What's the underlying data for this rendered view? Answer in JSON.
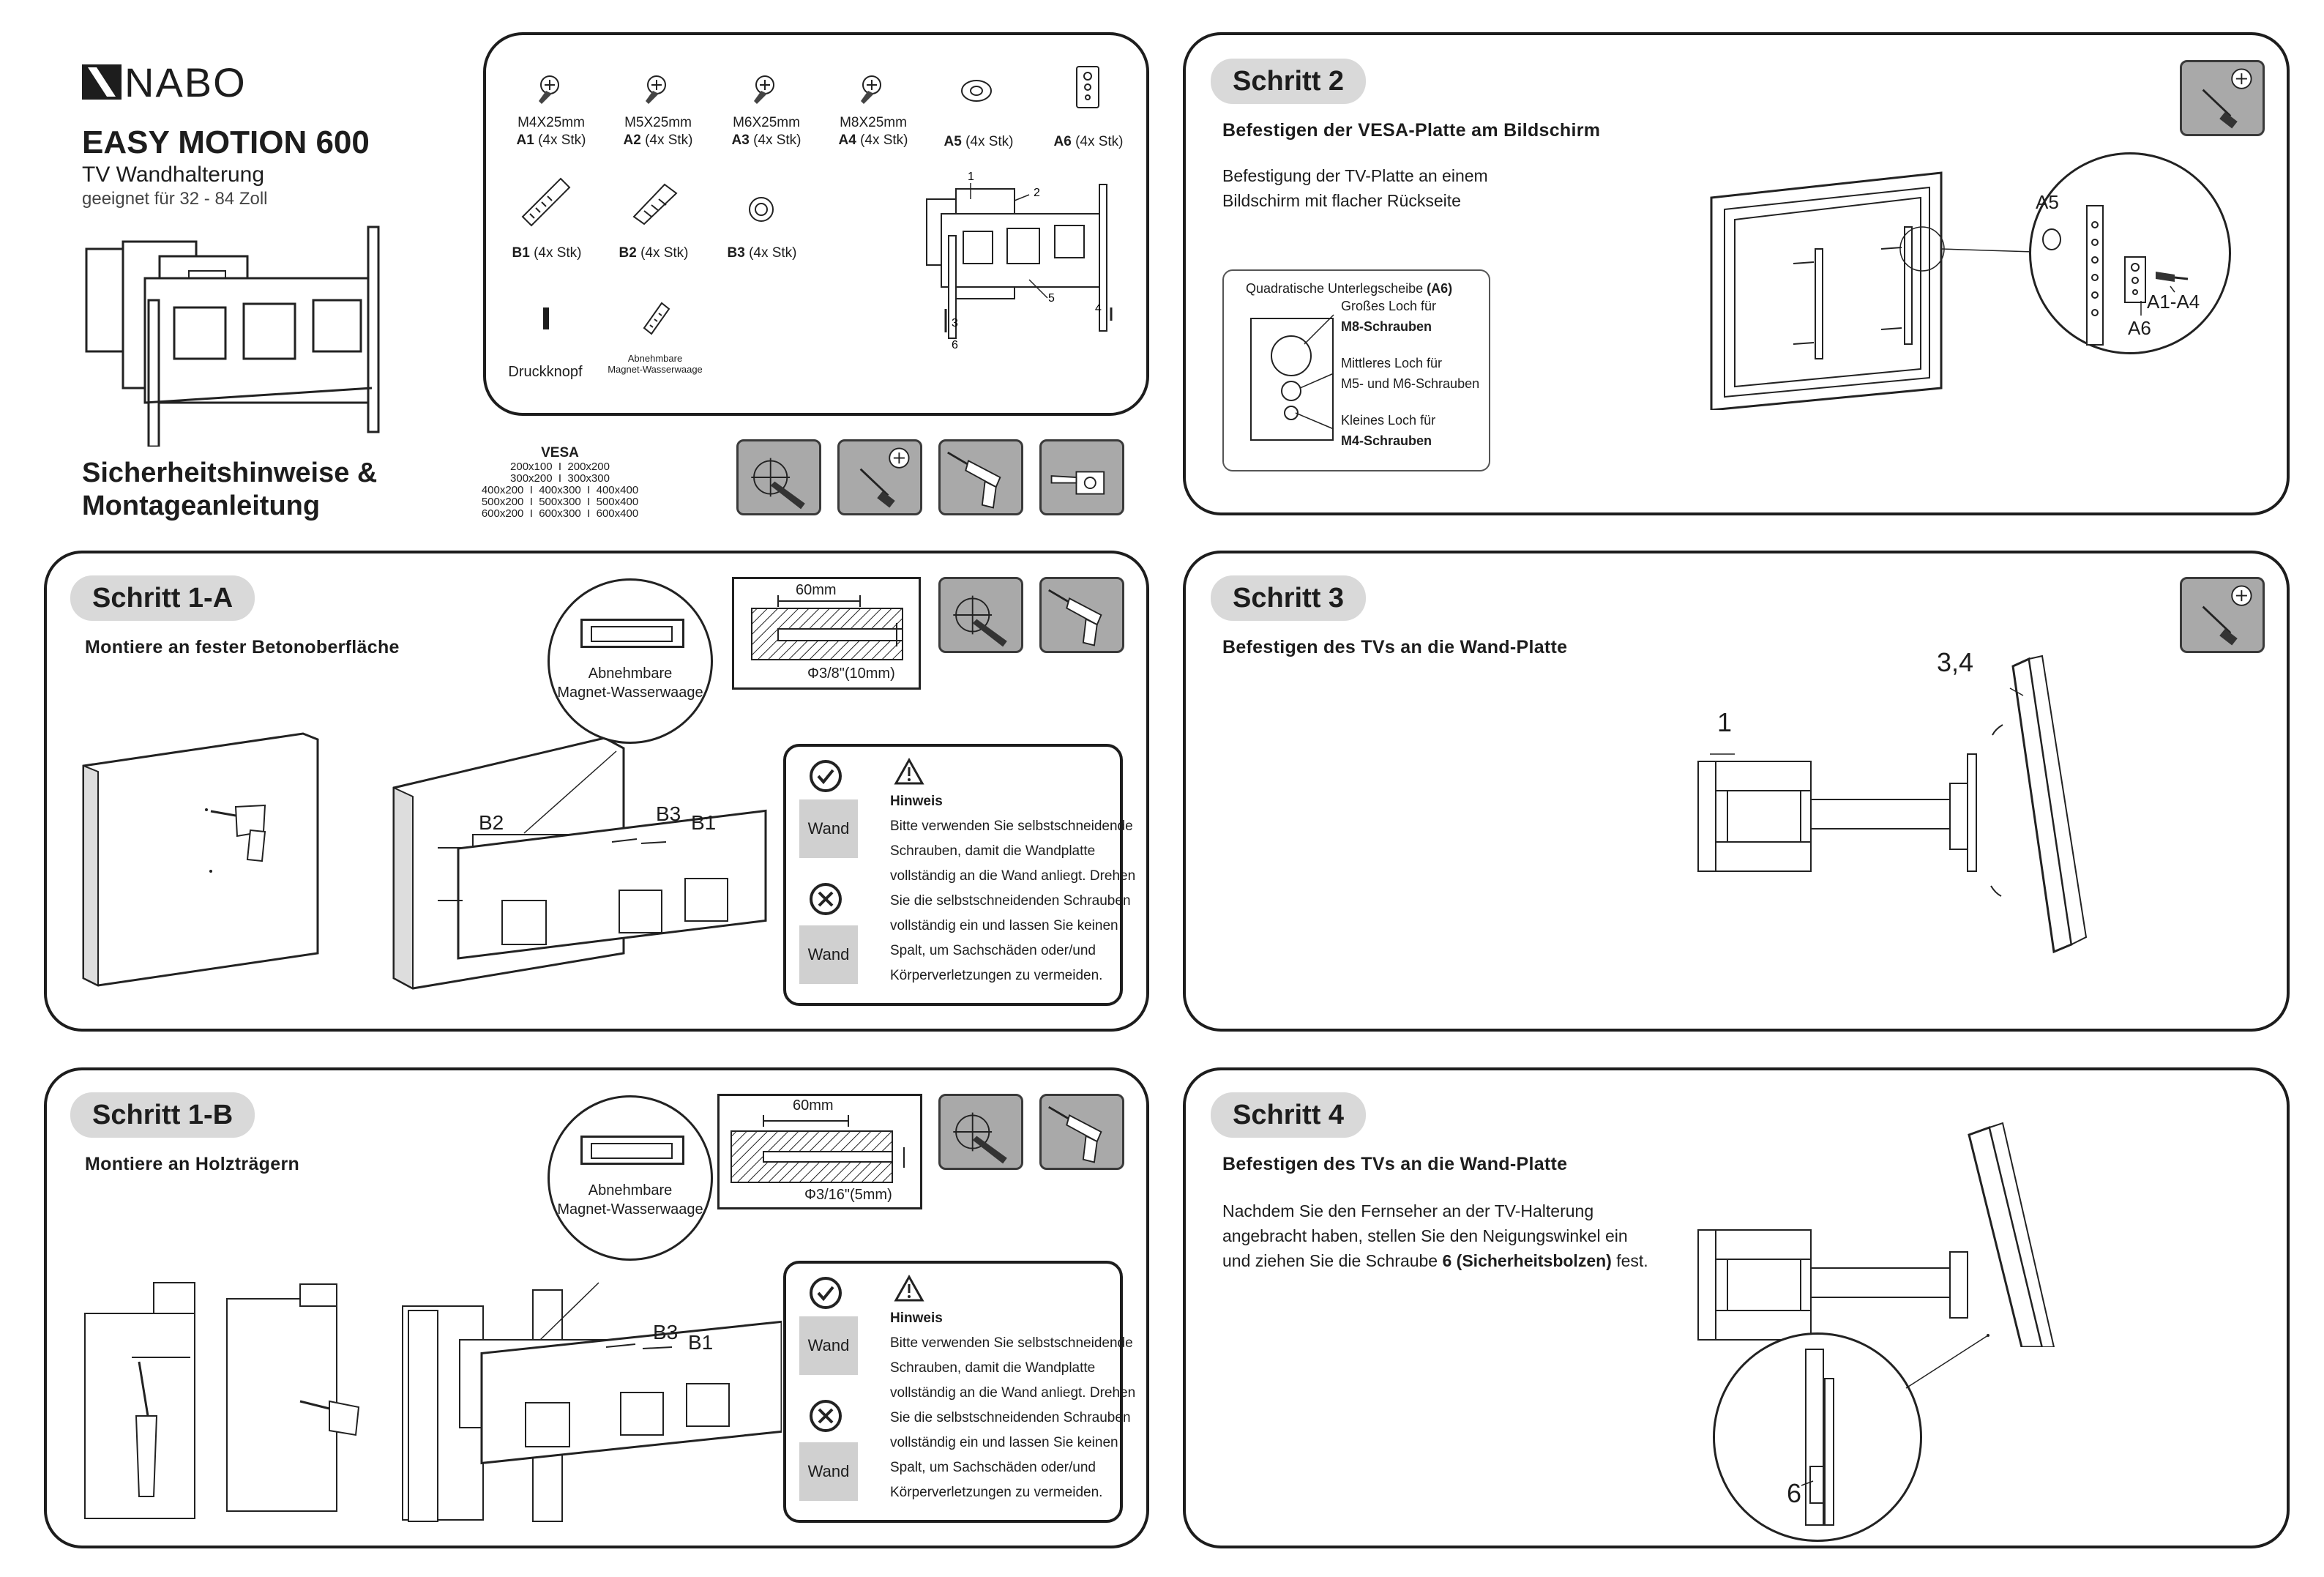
{
  "brand": {
    "logo_text": "NABO"
  },
  "product": {
    "name": "EASY MOTION 600",
    "type": "TV Wandhalterung",
    "size_note": "geeignet für 32 - 84 Zoll",
    "doc_title_line1": "Sicherheitshinweise &",
    "doc_title_line2": "Montageanleitung"
  },
  "parts": {
    "screws": [
      {
        "size": "M4X25mm",
        "code": "A1",
        "qty": "(4x Stk)"
      },
      {
        "size": "M5X25mm",
        "code": "A2",
        "qty": "(4x Stk)"
      },
      {
        "size": "M6X25mm",
        "code": "A3",
        "qty": "(4x Stk)"
      },
      {
        "size": "M8X25mm",
        "code": "A4",
        "qty": "(4x Stk)"
      }
    ],
    "a5": {
      "code": "A5",
      "qty": "(4x Stk)"
    },
    "a6": {
      "code": "A6",
      "qty": "(4x Stk)"
    },
    "b1": {
      "code": "B1",
      "qty": "(4x Stk)"
    },
    "b2": {
      "code": "B2",
      "qty": "(4x Stk)"
    },
    "b3": {
      "code": "B3",
      "qty": "(4x Stk)"
    },
    "button_label": "Druckknopf",
    "level_label_1": "Abnehmbare",
    "level_label_2": "Magnet-Wasserwaage",
    "diagram_callouts": [
      "1",
      "2",
      "3",
      "4",
      "5",
      "6"
    ]
  },
  "vesa": {
    "title": "VESA",
    "rows": [
      "200x100  I  200x200",
      "300x200  I  300x300",
      "400x200  I  400x300  I  400x400",
      "500x200  I  500x300  I  500x400",
      "600x200  I  600x300  I  600x400"
    ]
  },
  "step1a": {
    "tab": "Schritt 1-A",
    "subtitle": "Montiere an fester Betonoberfläche",
    "level_1": "Abnehmbare",
    "level_2": "Magnet-Wasserwaage",
    "depth": "60mm",
    "drill": "Φ3/8\"(10mm)",
    "labels": [
      "B2",
      "B3",
      "B1"
    ]
  },
  "step1b": {
    "tab": "Schritt 1-B",
    "subtitle": "Montiere an Holzträgern",
    "level_1": "Abnehmbare",
    "level_2": "Magnet-Wasserwaage",
    "depth": "60mm",
    "drill": "Φ3/16\"(5mm)",
    "labels": [
      "B3",
      "B1"
    ]
  },
  "note": {
    "heading": "Hinweis",
    "lines": [
      "Bitte verwenden Sie selbstschneidende",
      "Schrauben, damit die Wandplatte",
      "vollständig an die Wand anliegt. Drehen",
      "Sie die selbstschneidenden Schrauben",
      "vollständig ein und lassen Sie keinen",
      "Spalt, um Sachschäden oder/und",
      "Körperverletzungen zu vermeiden."
    ],
    "wand": "Wand"
  },
  "step2": {
    "tab": "Schritt 2",
    "subtitle": "Befestigen der VESA-Platte am Bildschirm",
    "text1": "Befestigung der TV-Platte an einem",
    "text2": "Bildschirm mit flacher Rückseite",
    "washer_title": "Quadratische Unterlegscheibe",
    "washer_code": "(A6)",
    "large1": "Großes Loch für",
    "large2": "M8-Schrauben",
    "mid1": "Mittleres Loch für",
    "mid2": "M5- und M6-Schrauben",
    "small1": "Kleines Loch für",
    "small2": "M4-Schrauben",
    "callout_a5": "A5",
    "callout_a1a4": "A1-A4",
    "callout_a6": "A6"
  },
  "step3": {
    "tab": "Schritt 3",
    "subtitle": "Befestigen des TVs an die Wand-Platte",
    "callout_1": "1",
    "callout_34": "3,4"
  },
  "step4": {
    "tab": "Schritt 4",
    "subtitle": "Befestigen des TVs an die Wand-Platte",
    "text1": "Nachdem Sie den Fernseher an der TV-Halterung",
    "text2": "angebracht haben, stellen Sie den Neigungswinkel ein",
    "text3_pre": "und ziehen Sie die Schraube ",
    "text3_bold": "6 (Sicherheitsbolzen)",
    "text3_post": " fest.",
    "callout_6": "6"
  },
  "icons": [
    "pencil-mark-icon",
    "screwdriver-icon",
    "drill-icon",
    "tape-measure-icon",
    "check-circle-icon",
    "warning-triangle-icon",
    "cross-circle-icon"
  ]
}
